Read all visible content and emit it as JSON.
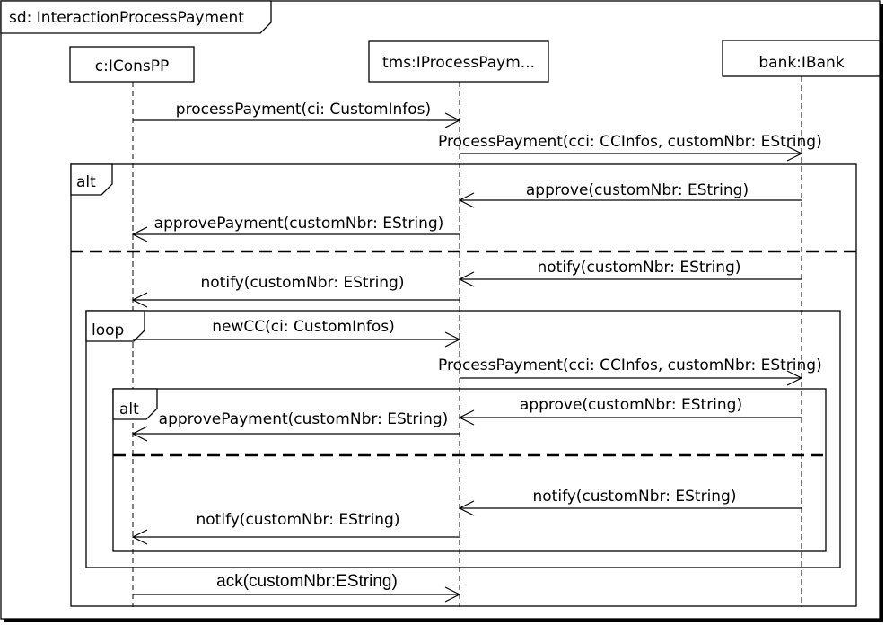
{
  "frame": {
    "title": "sd: InteractionProcessPayment"
  },
  "lifelines": [
    {
      "id": "cons",
      "label": "c:IConsPP"
    },
    {
      "id": "tms",
      "label": "tms:IProcessPaym..."
    },
    {
      "id": "bank",
      "label": "bank:IBank"
    }
  ],
  "fragments": {
    "alt_outer": {
      "label": "alt"
    },
    "loop": {
      "label": "loop"
    },
    "alt_inner": {
      "label": "alt"
    }
  },
  "messages": [
    {
      "id": "m1",
      "from": "cons",
      "to": "tms",
      "label": "processPayment(ci: CustomInfos)"
    },
    {
      "id": "m2",
      "from": "tms",
      "to": "bank",
      "label": "ProcessPayment(cci: CCInfos, customNbr: EString)"
    },
    {
      "id": "m3",
      "from": "bank",
      "to": "tms",
      "label": "approve(customNbr: EString)"
    },
    {
      "id": "m4",
      "from": "tms",
      "to": "cons",
      "label": "approvePayment(customNbr: EString)"
    },
    {
      "id": "m5",
      "from": "bank",
      "to": "tms",
      "label": "notify(customNbr: EString)"
    },
    {
      "id": "m6",
      "from": "tms",
      "to": "cons",
      "label": "notify(customNbr: EString)"
    },
    {
      "id": "m7",
      "from": "cons",
      "to": "tms",
      "label": "newCC(ci: CustomInfos)"
    },
    {
      "id": "m8",
      "from": "tms",
      "to": "bank",
      "label": "ProcessPayment(cci: CCInfos, customNbr: EString)"
    },
    {
      "id": "m9",
      "from": "bank",
      "to": "tms",
      "label": "approve(customNbr: EString)"
    },
    {
      "id": "m10",
      "from": "tms",
      "to": "cons",
      "label": "approvePayment(customNbr: EString)"
    },
    {
      "id": "m11",
      "from": "bank",
      "to": "tms",
      "label": "notify(customNbr: EString)"
    },
    {
      "id": "m12",
      "from": "tms",
      "to": "cons",
      "label": "notify(customNbr: EString)"
    },
    {
      "id": "m13",
      "from": "cons",
      "to": "tms",
      "label": "ack(customNbr:EString)"
    }
  ]
}
